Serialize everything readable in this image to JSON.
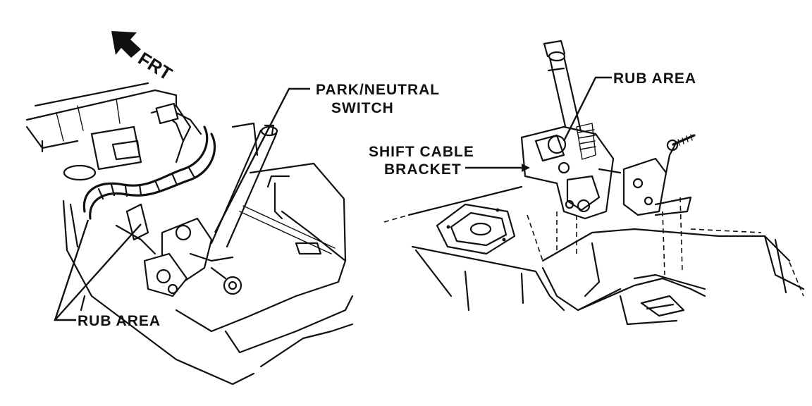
{
  "direction": {
    "label": "FRT"
  },
  "left_view": {
    "labels": {
      "park_neutral_line1": "PARK/NEUTRAL",
      "park_neutral_line2": "SWITCH",
      "rub_area": "RUB AREA"
    }
  },
  "right_view": {
    "labels": {
      "rub_area": "RUB AREA",
      "shift_cable_line1": "SHIFT CABLE",
      "shift_cable_line2": "BRACKET"
    }
  },
  "icons": {
    "direction_arrow": "arrow-up-left-icon"
  }
}
